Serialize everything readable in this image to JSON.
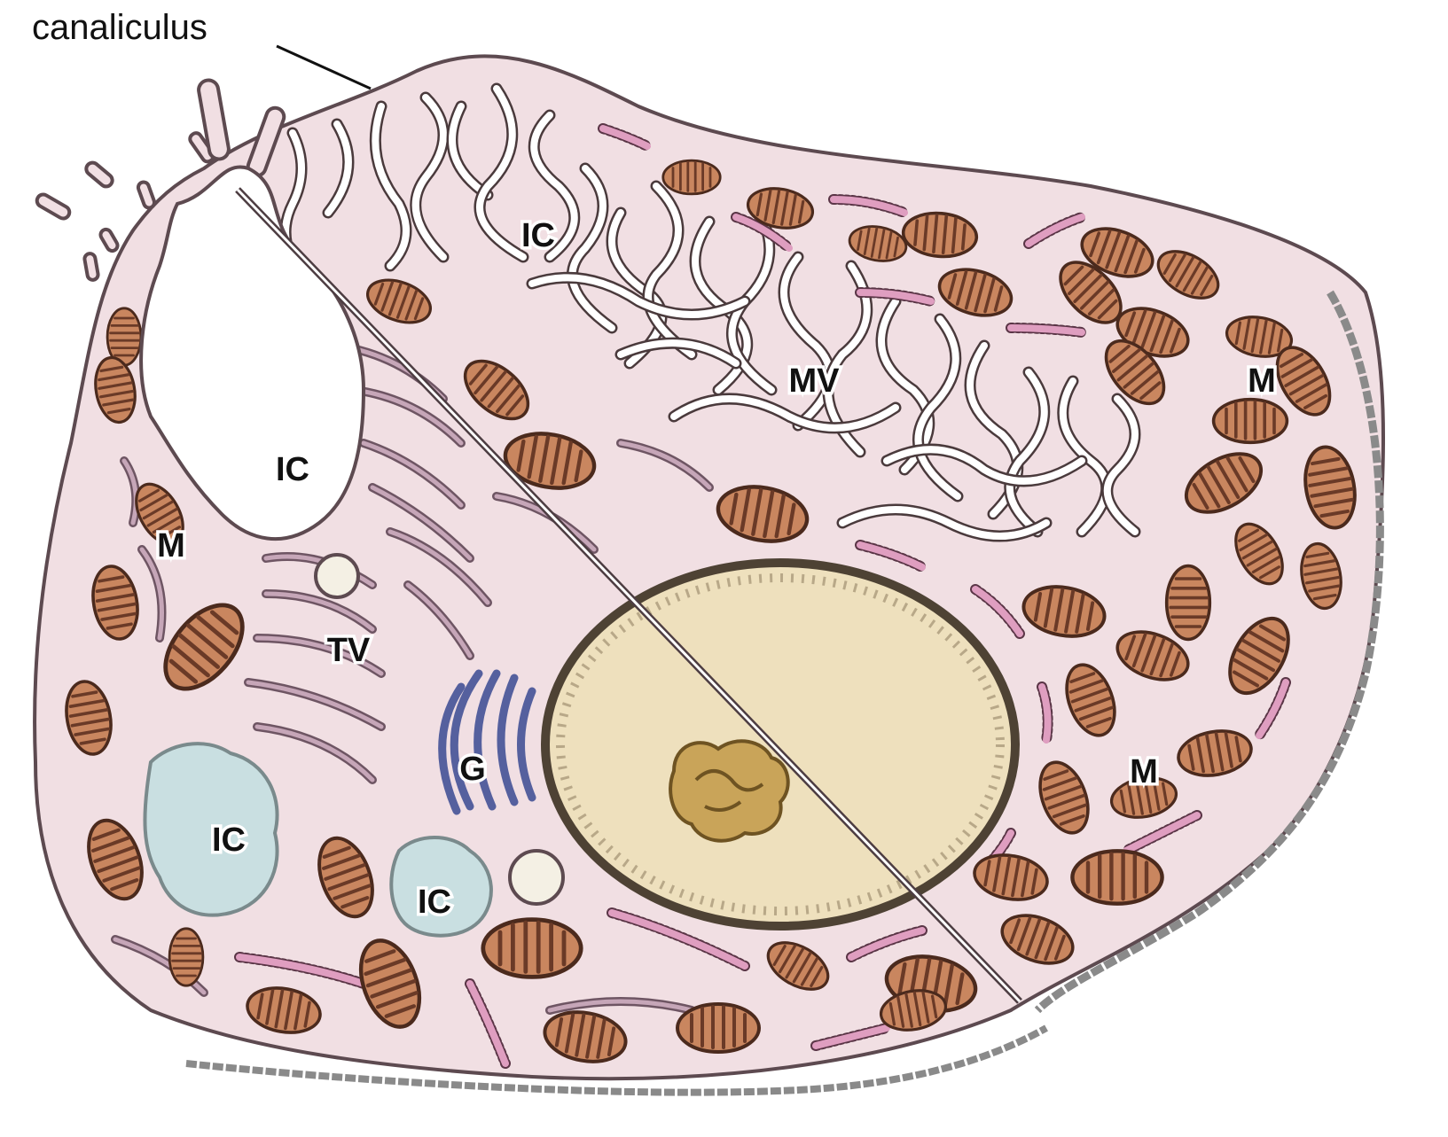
{
  "caption": "canaliculus",
  "labels": {
    "ic_top": "IC",
    "mv": "MV",
    "ic_left": "IC",
    "m_left": "M",
    "tv": "TV",
    "g": "G",
    "ic_bottom_left": "IC",
    "ic_bottom_mid": "IC",
    "m_right_top": "M",
    "m_right_bottom": "M"
  },
  "colors": {
    "cytoplasm": "#f1dfe3",
    "cell_outline": "#5d4a50",
    "mitochondria_fill": "#c9865f",
    "mitochondria_stroke": "#4b2a1d",
    "nucleus_fill": "#eee0bd",
    "nucleolus_fill": "#c9a459",
    "golgi": "#55609e",
    "canaliculus_light_blue": "#c9dfe1",
    "membrane_edge": "#8a8a8a"
  }
}
